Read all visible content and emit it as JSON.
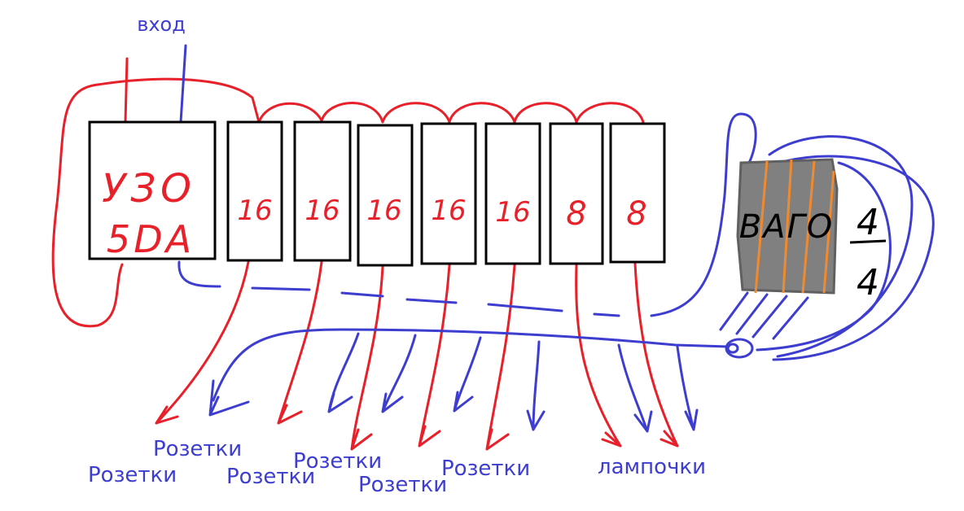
{
  "input_label": "вход",
  "rcd": {
    "line1": "УЗО",
    "line2": "5DA"
  },
  "breakers": [
    "16",
    "16",
    "16",
    "16",
    "16",
    "8",
    "8"
  ],
  "wago": {
    "label": "ВАГО",
    "fraction_top": "4",
    "fraction_bottom": "4"
  },
  "outputs": [
    "Розетки",
    "Розетки",
    "Розетки",
    "Розетки",
    "Розетки",
    "Розетки",
    "лампочки"
  ],
  "colors": {
    "phase": "#e8202a",
    "neutral": "#3d3dd0",
    "box": "#000000",
    "wago_fill": "#808080",
    "wago_stripe": "#f08a30",
    "label": "#3d3dd0"
  }
}
